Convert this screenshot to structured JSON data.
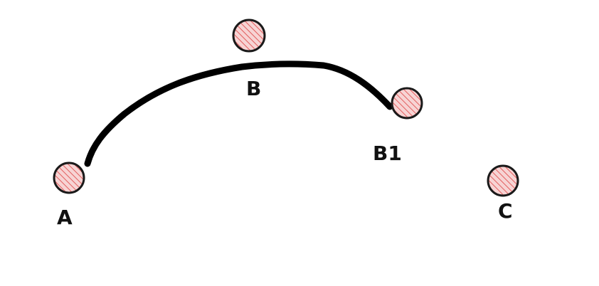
{
  "diagram": {
    "points": [
      {
        "id": "A",
        "label": "A"
      },
      {
        "id": "B",
        "label": "B"
      },
      {
        "id": "B1",
        "label": "B1"
      },
      {
        "id": "C",
        "label": "C"
      }
    ],
    "path": {
      "from": "A",
      "to": "B1",
      "via": "B"
    },
    "colors": {
      "dot_outline": "#1a1a1a",
      "dot_fill": "#f7d4d4",
      "dot_hatch": "#e25c5c",
      "path_stroke": "#000000",
      "label_text": "#111111"
    }
  }
}
